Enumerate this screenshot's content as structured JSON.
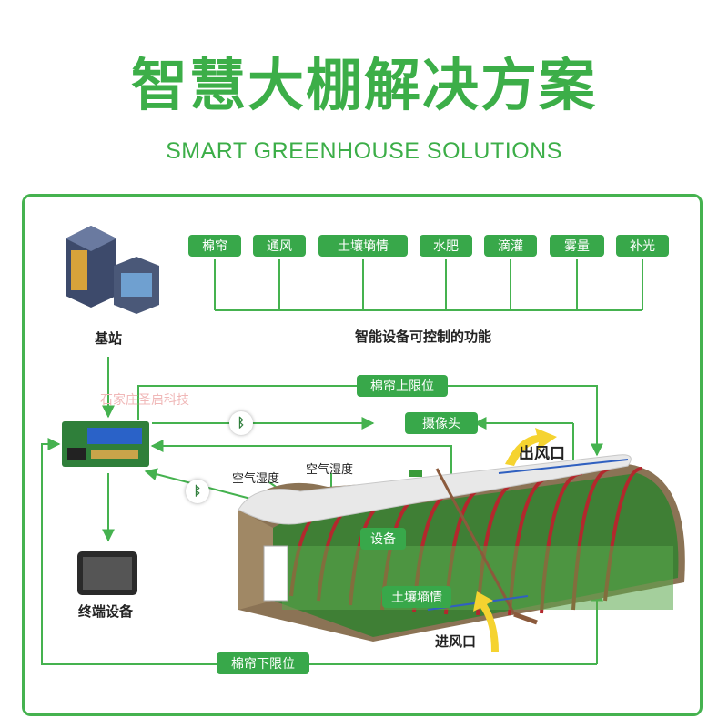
{
  "header": {
    "title": "智慧大棚解决方案",
    "subtitle": "SMART GREENHOUSE SOLUTIONS"
  },
  "functions": {
    "items": [
      "棉帘",
      "通风",
      "土壤墒情",
      "水肥",
      "滴灌",
      "雾量",
      "补光"
    ],
    "caption": "智能设备可控制的功能"
  },
  "nodes": {
    "base_station": "基站",
    "terminal": "终端设备",
    "curtain_upper": "棉帘上限位",
    "curtain_lower": "棉帘下限位",
    "camera": "摄像头",
    "device": "设备",
    "soil": "土壤墒情",
    "air_humidity_1": "空气湿度",
    "air_humidity_2": "空气湿度",
    "outlet": "出风口",
    "inlet": "进风口",
    "watermark": "石家庄圣启科技"
  },
  "icons": {
    "bluetooth_1": "bluetooth-icon",
    "bluetooth_2": "bluetooth-icon",
    "server": "server-icon",
    "circuit_board": "circuit-board-icon",
    "tablet": "tablet-icon",
    "greenhouse": "greenhouse-illustration"
  },
  "colors": {
    "brand_green": "#3cae48",
    "line_green": "#45b24f",
    "pill_green": "#38a84a"
  }
}
